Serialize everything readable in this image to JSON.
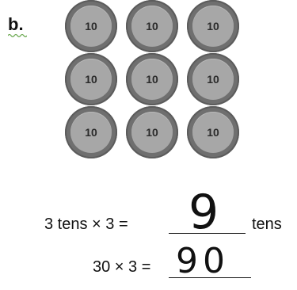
{
  "problem_label": "b.",
  "counters": [
    "10",
    "10",
    "10",
    "10",
    "10",
    "10",
    "10",
    "10",
    "10"
  ],
  "equation1": {
    "left": "3 tens  ×  3 =",
    "answer": "9",
    "right": "tens"
  },
  "equation2": {
    "left": "30 × 3 =",
    "answer": "90"
  }
}
